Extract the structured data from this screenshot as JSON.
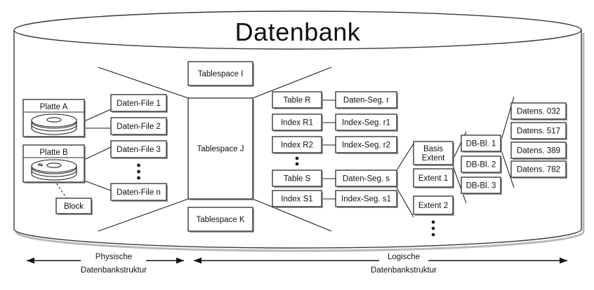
{
  "diagram": {
    "title": "Datenbank",
    "physical": {
      "disks": [
        {
          "label": "Platte A"
        },
        {
          "label": "Platte B"
        }
      ],
      "block": {
        "label": "Block"
      },
      "data_files": [
        {
          "label": "Daten-File 1"
        },
        {
          "label": "Daten-File 2"
        },
        {
          "label": "Daten-File 3"
        },
        {
          "label": "Daten-File n"
        }
      ],
      "files_ellipsis": "⋮"
    },
    "tablespaces": [
      {
        "label": "Tablespace I"
      },
      {
        "label": "Tablespace J"
      },
      {
        "label": "Tablespace K"
      }
    ],
    "objects": [
      {
        "label": "Table R"
      },
      {
        "label": "Index R1"
      },
      {
        "label": "Index R2"
      },
      {
        "label": "Table S"
      },
      {
        "label": "Index S1"
      }
    ],
    "segments": [
      {
        "label": "Daten-Seg. r"
      },
      {
        "label": "Index-Seg. r1"
      },
      {
        "label": "Index-Seg. r2"
      },
      {
        "label": "Daten-Seg. s"
      },
      {
        "label": "Index-Seg. s1"
      }
    ],
    "extents": [
      {
        "line1": "Basis",
        "line2": "Extent"
      },
      {
        "line1": "Extent 1",
        "line2": ""
      },
      {
        "line1": "Extent 2",
        "line2": ""
      }
    ],
    "db_blocks": [
      {
        "label": "DB-Bl. 1"
      },
      {
        "label": "DB-Bl. 2"
      },
      {
        "label": "DB-Bl. 3"
      }
    ],
    "records": [
      {
        "label": "Datens. 032"
      },
      {
        "label": "Datens. 517"
      },
      {
        "label": "Datens. 389"
      },
      {
        "label": "Datens. 782"
      }
    ],
    "captions": [
      {
        "line1": "Physische",
        "line2": "Datenbankstruktur"
      },
      {
        "line1": "Logische",
        "line2": "Datenbankstruktur"
      }
    ],
    "colors": {
      "stroke": "#1d1d1d",
      "box_shadow": "#9a9a9a",
      "cylinder": "#3a3a3a",
      "background": "#ffffff"
    }
  }
}
